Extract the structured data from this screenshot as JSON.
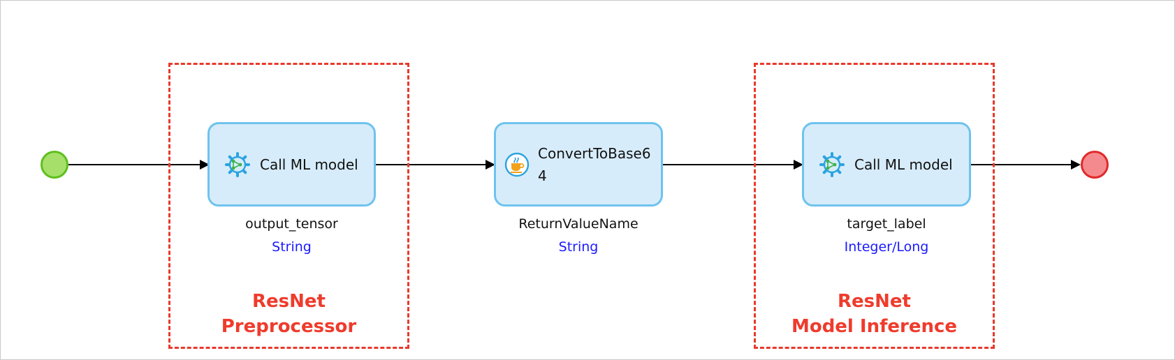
{
  "colors": {
    "activity_fill": "#d7ecfa",
    "activity_border": "#6ec3ee",
    "group_border": "#e8392b",
    "group_text": "#ef3b2c",
    "variable_type": "#1a1aff",
    "start_event": "#a6e06a",
    "end_event": "#f58a8e",
    "connector": "#000000"
  },
  "events": {
    "start": {
      "icon": "start-event-circle"
    },
    "end": {
      "icon": "end-event-circle"
    }
  },
  "activities": [
    {
      "label": "Call ML model",
      "icon": "ml-model-gear-icon",
      "output_name": "output_tensor",
      "output_type": "String"
    },
    {
      "label": "ConvertToBase64",
      "icon": "java-action-cup-icon",
      "output_name": "ReturnValueName",
      "output_type": "String"
    },
    {
      "label": "Call ML model",
      "icon": "ml-model-gear-icon",
      "output_name": "target_label",
      "output_type": "Integer/Long"
    }
  ],
  "groups": [
    {
      "line1": "ResNet",
      "line2": "Preprocessor"
    },
    {
      "line1": "ResNet",
      "line2": "Model Inference"
    }
  ]
}
